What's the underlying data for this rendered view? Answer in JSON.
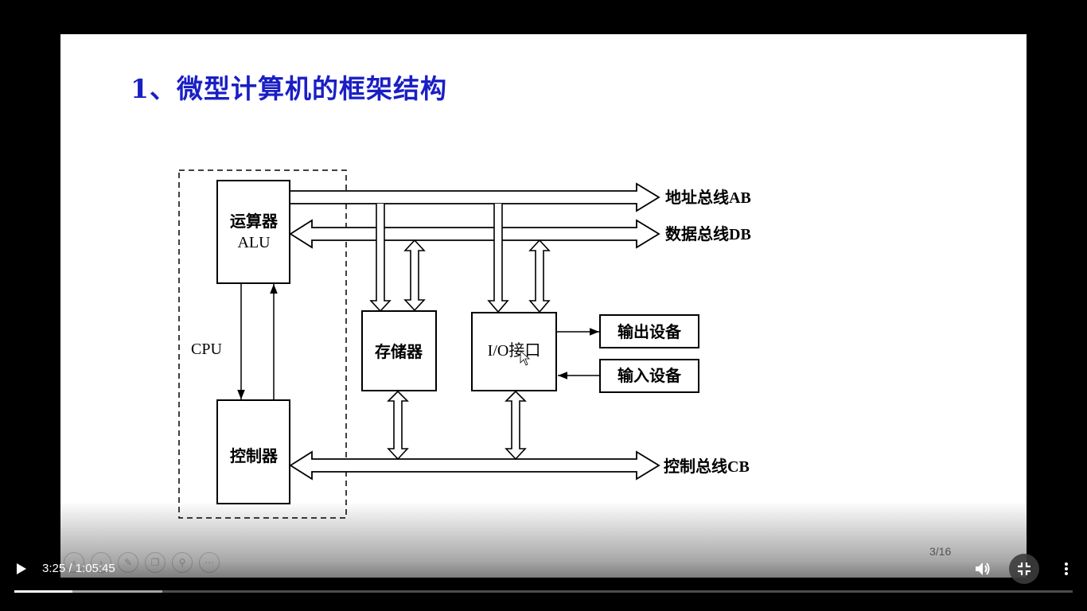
{
  "slide": {
    "title": "1、微型计算机的框架结构",
    "page_indicator": "3/16",
    "diagram": {
      "cpu_label": "CPU",
      "alu_line1": "运算器",
      "alu_line2": "ALU",
      "controller": "控制器",
      "memory": "存储器",
      "io_interface": "I/O接口",
      "output_device": "输出设备",
      "input_device": "输入设备",
      "address_bus": "地址总线AB",
      "data_bus": "数据总线DB",
      "control_bus": "控制总线CB"
    },
    "tools": [
      "prev-icon",
      "next-icon",
      "pen-icon",
      "copy-icon",
      "zoom-icon",
      "more-icon"
    ]
  },
  "player": {
    "time": "3:25 / 1:05:45",
    "progress_played": 0.055,
    "progress_buffered": 0.14
  }
}
